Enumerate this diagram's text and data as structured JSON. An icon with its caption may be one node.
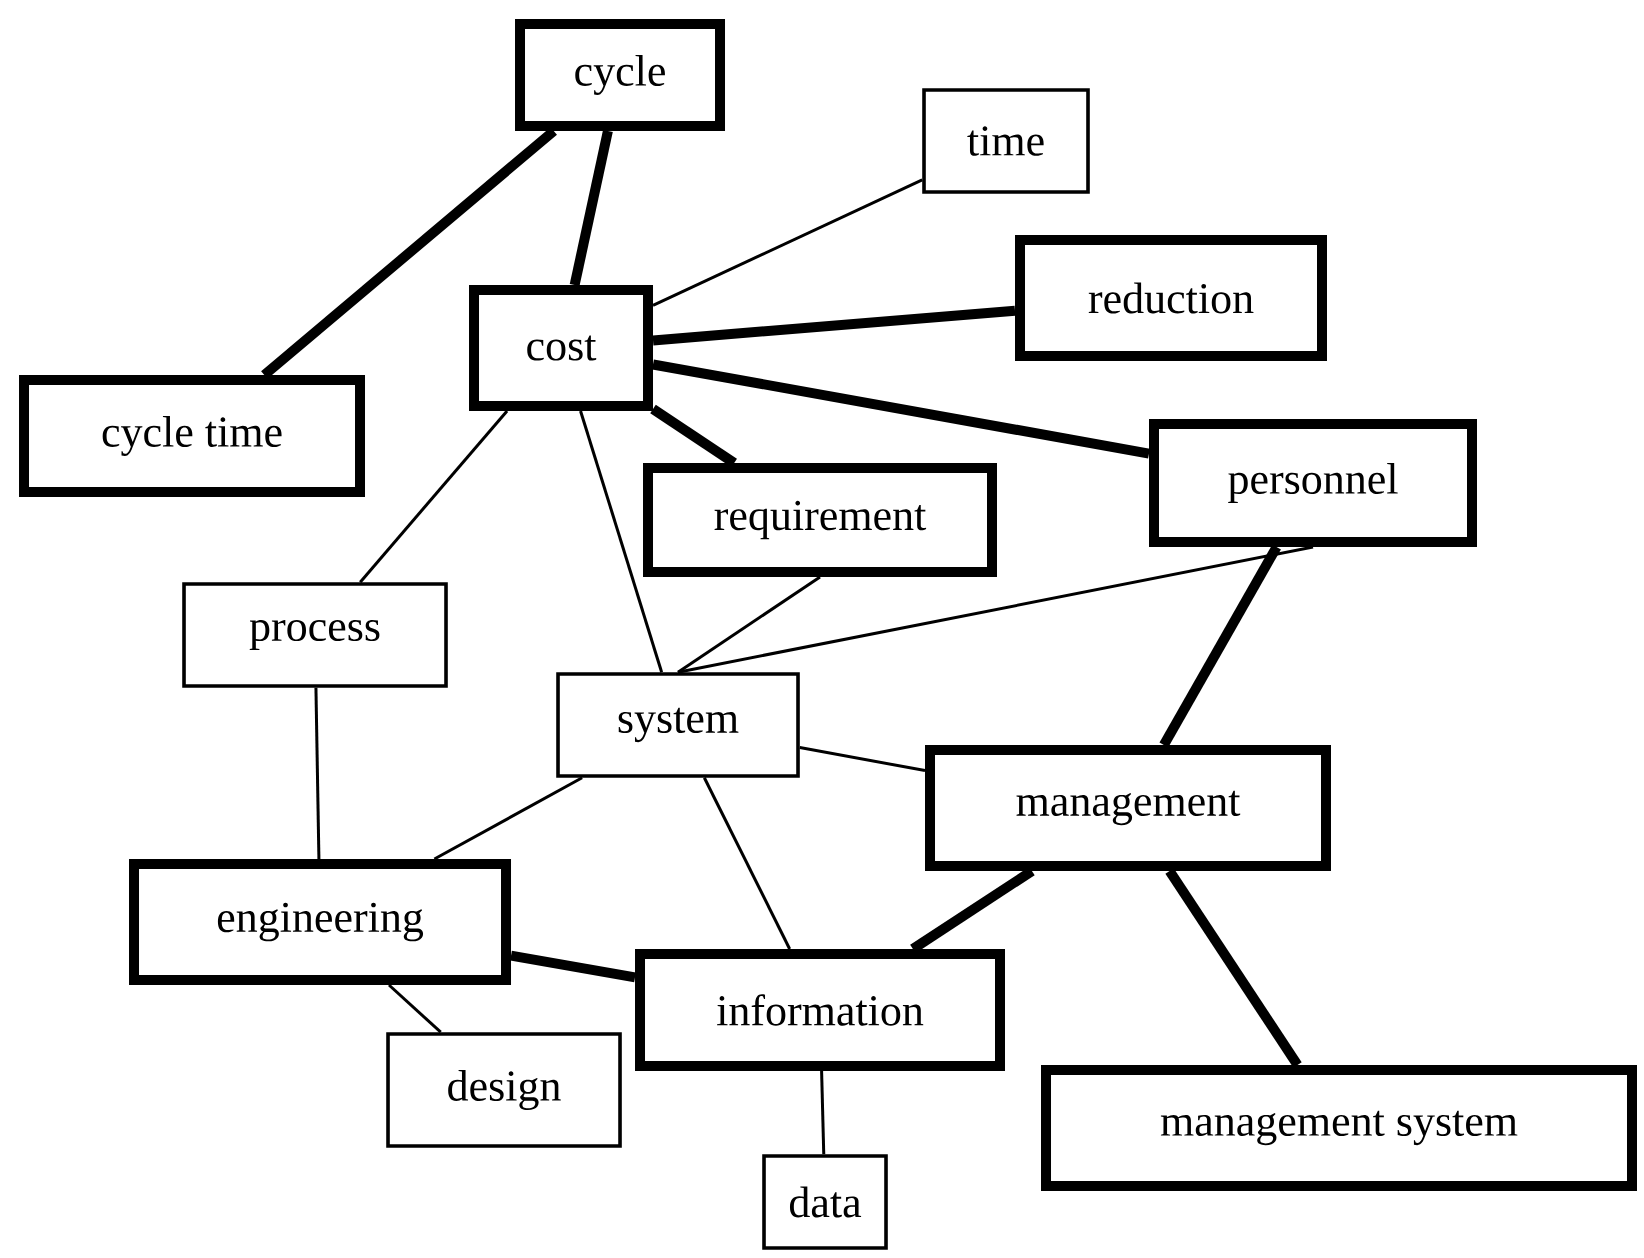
{
  "diagram": {
    "nodes": [
      {
        "text": [
          "cycle"
        ]
      },
      {
        "text": [
          "time"
        ]
      },
      {
        "text": [
          "cost"
        ]
      },
      {
        "text": [
          "reduction"
        ]
      },
      {
        "text": [
          "cycle time"
        ]
      },
      {
        "text": [
          "requirement"
        ]
      },
      {
        "text": [
          "personnel"
        ]
      },
      {
        "text": [
          "process"
        ]
      },
      {
        "text": [
          "system"
        ]
      },
      {
        "text": [
          "management"
        ]
      },
      {
        "text": [
          "engineering"
        ]
      },
      {
        "text": [
          "information"
        ]
      },
      {
        "text": [
          "design"
        ]
      },
      {
        "text": [
          "management system"
        ]
      },
      {
        "text": [
          "data"
        ]
      }
    ],
    "edges": [
      {
        "from": 0,
        "to": 4,
        "arrow": "none",
        "style": "thick"
      },
      {
        "from": 0,
        "to": 2,
        "arrow": "none",
        "style": "thick"
      },
      {
        "from": 1,
        "to": 2,
        "arrow": "none"
      },
      {
        "from": 2,
        "to": 3,
        "arrow": "none",
        "style": "thick"
      },
      {
        "from": 2,
        "to": 6,
        "arrow": "none",
        "style": "thick"
      },
      {
        "from": 2,
        "to": 5,
        "arrow": "none",
        "style": "thick"
      },
      {
        "from": 2,
        "to": 7,
        "arrow": "none"
      },
      {
        "from": 2,
        "to": 8,
        "arrow": "none"
      },
      {
        "from": 8,
        "to": 5,
        "arrow": "none"
      },
      {
        "from": 8,
        "to": 6,
        "arrow": "none"
      },
      {
        "from": 8,
        "to": 9,
        "arrow": "none"
      },
      {
        "from": 7,
        "to": 10,
        "arrow": "none"
      },
      {
        "from": 10,
        "to": 8,
        "arrow": "none"
      },
      {
        "from": 8,
        "to": 11,
        "arrow": "none"
      },
      {
        "from": 6,
        "to": 9,
        "arrow": "none",
        "style": "thick"
      },
      {
        "from": 9,
        "to": 11,
        "arrow": "none",
        "style": "thick"
      },
      {
        "from": 9,
        "to": 13,
        "arrow": "none",
        "style": "thick"
      },
      {
        "from": 10,
        "to": 11,
        "arrow": "none",
        "style": "thick"
      },
      {
        "from": 10,
        "to": 12,
        "arrow": "none"
      },
      {
        "from": 11,
        "to": 14,
        "arrow": "none"
      }
    ]
  }
}
